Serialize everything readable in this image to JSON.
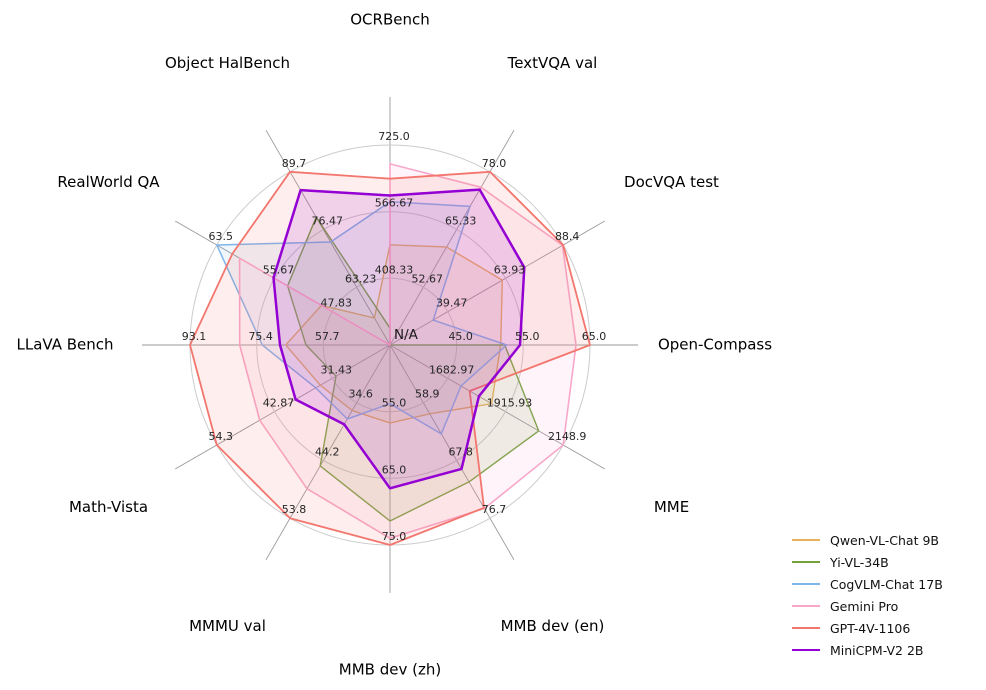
{
  "figure": {
    "background": "#ffffff",
    "center_label": "N/A"
  },
  "chart_data": {
    "type": "radar",
    "start_angle_deg": 90,
    "direction": "clockwise",
    "rings": 3,
    "grid_color": "#cbcbcb",
    "spoke_color": "#9a9a9a",
    "tick_color": "#262626",
    "axis_label_color": "#000000",
    "fill_opacity": 0.12,
    "axes": [
      {
        "label": "OCRBench",
        "min": 250,
        "max": 725,
        "ticks": [
          "408.33",
          "566.67",
          "725.0"
        ]
      },
      {
        "label": "TextVQA val",
        "min": 40,
        "max": 78,
        "ticks": [
          "52.67",
          "65.33",
          "78.0"
        ]
      },
      {
        "label": "DocVQA test",
        "min": 15,
        "max": 88.4,
        "ticks": [
          "39.47",
          "63.93",
          "88.4"
        ]
      },
      {
        "label": "Open-Compass",
        "min": 35,
        "max": 65,
        "ticks": [
          "45.0",
          "55.0",
          "65.0"
        ]
      },
      {
        "label": "MME",
        "min": 1450,
        "max": 2148.9,
        "ticks": [
          "1682.97",
          "1915.93",
          "2148.9"
        ]
      },
      {
        "label": "MMB dev (en)",
        "min": 50,
        "max": 76.7,
        "ticks": [
          "58.9",
          "67.8",
          "76.7"
        ]
      },
      {
        "label": "MMB dev (zh)",
        "min": 45,
        "max": 75,
        "ticks": [
          "55.0",
          "65.0",
          "75.0"
        ]
      },
      {
        "label": "MMMU val",
        "min": 25,
        "max": 53.8,
        "ticks": [
          "34.6",
          "44.2",
          "53.8"
        ]
      },
      {
        "label": "Math-Vista",
        "min": 20,
        "max": 54.3,
        "ticks": [
          "31.43",
          "42.87",
          "54.3"
        ]
      },
      {
        "label": "LLaVA Bench",
        "min": 40,
        "max": 93.1,
        "ticks": [
          "57.7",
          "75.4",
          "93.1"
        ]
      },
      {
        "label": "RealWorld QA",
        "min": 40,
        "max": 63.5,
        "ticks": [
          "47.83",
          "55.67",
          "63.5"
        ]
      },
      {
        "label": "Object HalBench",
        "min": 50,
        "max": 89.7,
        "ticks": [
          "63.23",
          "76.47",
          "89.7"
        ]
      }
    ],
    "series": [
      {
        "name": "Qwen-VL-Chat 9B",
        "color": "#e7b35c",
        "line_width": 1.4,
        "values": [
          488,
          61.5,
          62.6,
          51.6,
          1860.0,
          60.6,
          56.7,
          35.9,
          33.8,
          67.7,
          49.3,
          56.2
        ]
      },
      {
        "name": "Yi-VL-34B",
        "color": "#74a33e",
        "line_width": 1.4,
        "values": [
          290,
          null,
          null,
          52.2,
          2050.2,
          71.1,
          71.4,
          45.1,
          30.7,
          62.3,
          53.9,
          79.3
        ]
      },
      {
        "name": "CogVLM-Chat 17B",
        "color": "#7eb5ea",
        "line_width": 1.5,
        "values": [
          590,
          70.4,
          33.3,
          52.5,
          1736.6,
          63.7,
          53.8,
          37.3,
          34.7,
          73.9,
          63.5,
          73.6
        ]
      },
      {
        "name": "Gemini Pro",
        "color": "#f7a8ca",
        "line_width": 1.6,
        "values": [
          680,
          74.6,
          88.1,
          62.9,
          2148.9,
          75.2,
          74.0,
          48.9,
          45.8,
          79.9,
          60.4,
          null
        ]
      },
      {
        "name": "GPT-4V-1106",
        "color": "#f3766e",
        "line_width": 1.8,
        "values": [
          645,
          78.0,
          88.4,
          65.0,
          1771.5,
          75.1,
          75.0,
          53.8,
          54.3,
          93.1,
          61.4,
          89.7
        ]
      },
      {
        "name": "MiniCPM-V2 2B",
        "color": "#9400d3",
        "line_width": 2.5,
        "values": [
          605,
          74.1,
          71.9,
          54.5,
          1808.6,
          69.1,
          66.5,
          38.2,
          38.7,
          69.2,
          55.8,
          85.5
        ]
      }
    ]
  }
}
